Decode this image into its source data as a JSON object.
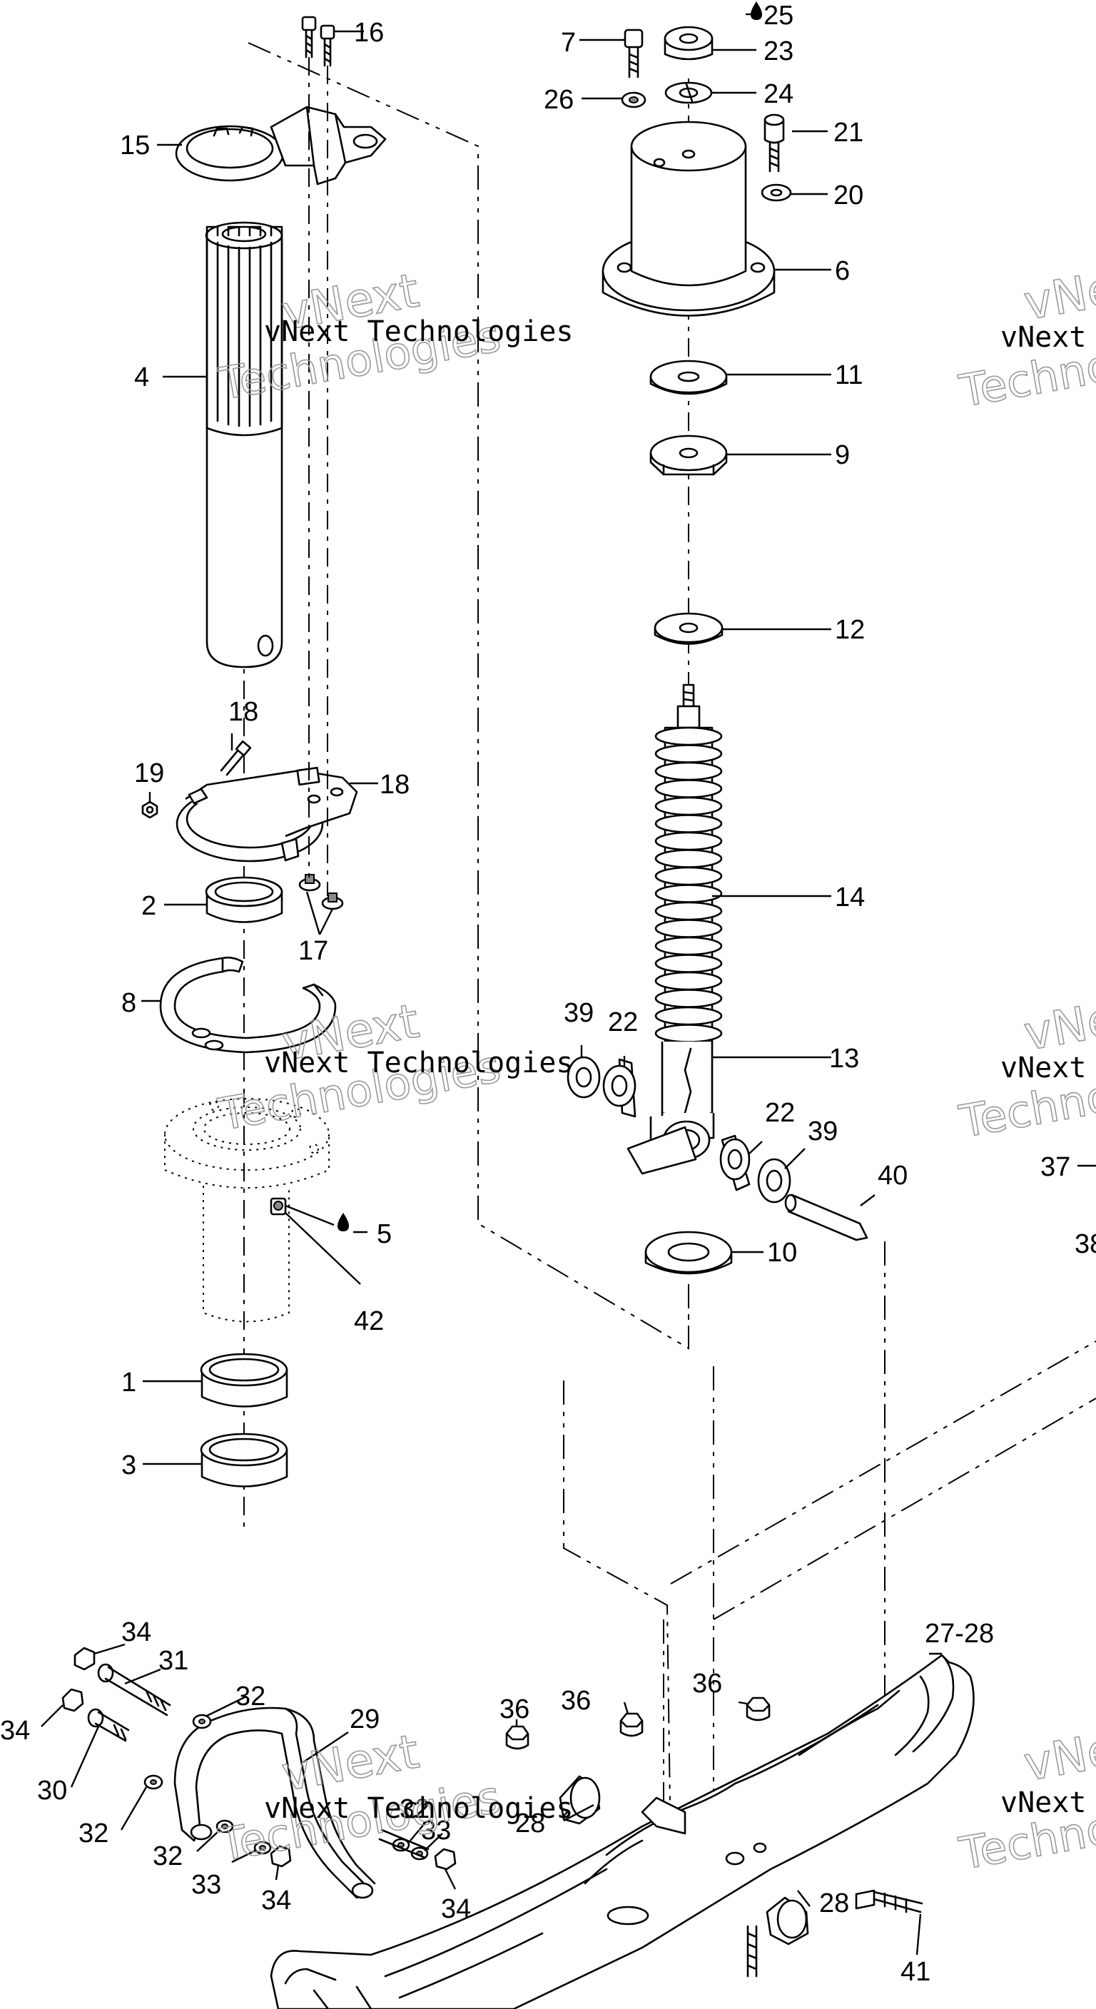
{
  "watermark": {
    "line1": "vNext Technologies",
    "line2": "vNext",
    "line3": "Technologies"
  },
  "callouts": {
    "c1": "1",
    "c2": "2",
    "c3": "3",
    "c4": "4",
    "c5": "5",
    "c6": "6",
    "c7": "7",
    "c8": "8",
    "c9": "9",
    "c10": "10",
    "c11": "11",
    "c12": "12",
    "c13": "13",
    "c14": "14",
    "c15": "15",
    "c16": "16",
    "c17": "17",
    "c18a": "18",
    "c18b": "18",
    "c19": "19",
    "c20": "20",
    "c21": "21",
    "c22a": "22",
    "c22b": "22",
    "c23": "23",
    "c24": "24",
    "c25": "25",
    "c26": "26",
    "c27_28": "27-28",
    "c28a": "28",
    "c28b": "28",
    "c29": "29",
    "c30": "30",
    "c31": "31",
    "c32a": "32",
    "c32b": "32",
    "c32c": "32",
    "c32d": "32",
    "c33a": "33",
    "c33b": "33",
    "c34a": "34",
    "c34b": "34",
    "c34c": "34",
    "c34d": "34",
    "c36a": "36",
    "c36b": "36",
    "c36c": "36",
    "c37": "37",
    "c38": "38",
    "c39a": "39",
    "c39b": "39",
    "c40": "40",
    "c41": "41",
    "c42": "42"
  },
  "icons": [
    "oil-drop-icon"
  ]
}
